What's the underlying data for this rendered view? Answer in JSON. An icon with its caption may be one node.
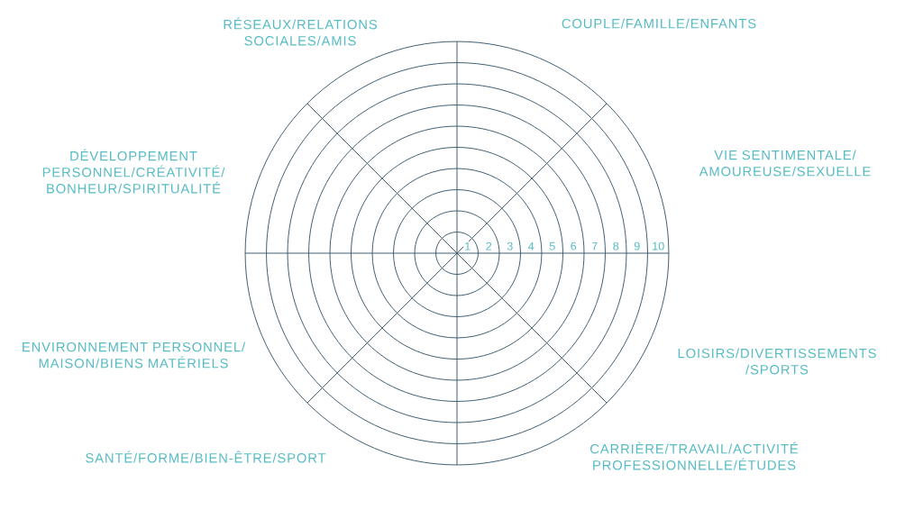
{
  "diagram": {
    "labels": [
      "RÉSEAUX/RELATIONS SOCIALES/AMIS",
      "COUPLE/FAMILLE/ENFANTS",
      "DÉVELOPPEMENT PERSONNEL/CRÉATIVITÉ/ BONHEUR/SPIRITUALITÉ",
      "VIE SENTIMENTALE/ AMOUREUSE/SEXUELLE",
      "1",
      "2",
      "3",
      "4",
      "5",
      "6",
      "7",
      "8",
      "9",
      "10",
      "ENVIRONNEMENT PERSONNEL/ MAISON/BIENS MATÉRIELS",
      "LOISIRS/DIVERTISSEMENTS /SPORTS",
      "SANTÉ/FORME/BIEN-ÊTRE/SPORT",
      "CARRIÈRE/TRAVAIL/ACTIVITÉ PROFESSIONNELLE/ÉTUDES"
    ]
  }
}
